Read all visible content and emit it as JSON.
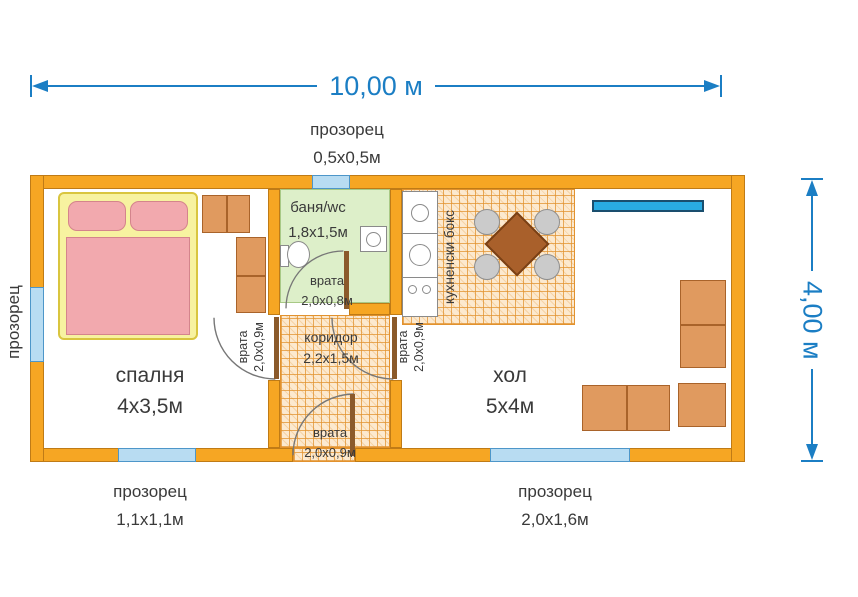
{
  "dimensions": {
    "width": "10,00 м",
    "height": "4,00 м"
  },
  "windows": {
    "top": {
      "label": "прозорец",
      "size": "0,5х0,5м"
    },
    "left": {
      "label": "прозорец"
    },
    "bottom_left": {
      "label": "прозорец",
      "size": "1,1х1,1м"
    },
    "bottom_right": {
      "label": "прозорец",
      "size": "2,0х1,6м"
    }
  },
  "rooms": {
    "bedroom": {
      "name": "спалня",
      "size": "4х3,5м"
    },
    "bathroom": {
      "name": "баня/wc",
      "size": "1,8х1,5м"
    },
    "corridor": {
      "name": "коридор",
      "size": "2,2х1,5м"
    },
    "kitchen": {
      "name": "кухненски бокс"
    },
    "living": {
      "name": "хол",
      "size": "5х4м"
    }
  },
  "doors": {
    "bathroom": {
      "label": "врата",
      "size": "2,0х0,8м"
    },
    "bedroom": {
      "label": "врата",
      "size": "2,0х0,9м"
    },
    "living": {
      "label": "врата",
      "size": "2,0х0,9м"
    },
    "entrance": {
      "label": "врата",
      "size": "2,0х0,9м"
    }
  },
  "colors": {
    "wall": "#F6A623",
    "wall_border": "#BF7B16",
    "window_fill": "#B8DCF2",
    "window_border": "#4D96C9",
    "bath_floor": "#DDEFC9",
    "tile_bg": "#FCE9CF",
    "tile_line": "#E2922E",
    "furniture": "#E09A5F",
    "furniture_border": "#A9632A",
    "bed_frame": "#F7F2A0",
    "bed_frame_border": "#D9C53F",
    "bed_pink": "#F2A9AE",
    "bed_pink_border": "#D4848C",
    "table": "#A9602B",
    "chair": "#CBCBCB",
    "tv": "#29ABE2",
    "dimension": "#1B7EC4",
    "text": "#3A3A3A",
    "fixture_border": "#8A8A8A",
    "door_leaf": "#8B5A2B",
    "arc": "#777777"
  }
}
